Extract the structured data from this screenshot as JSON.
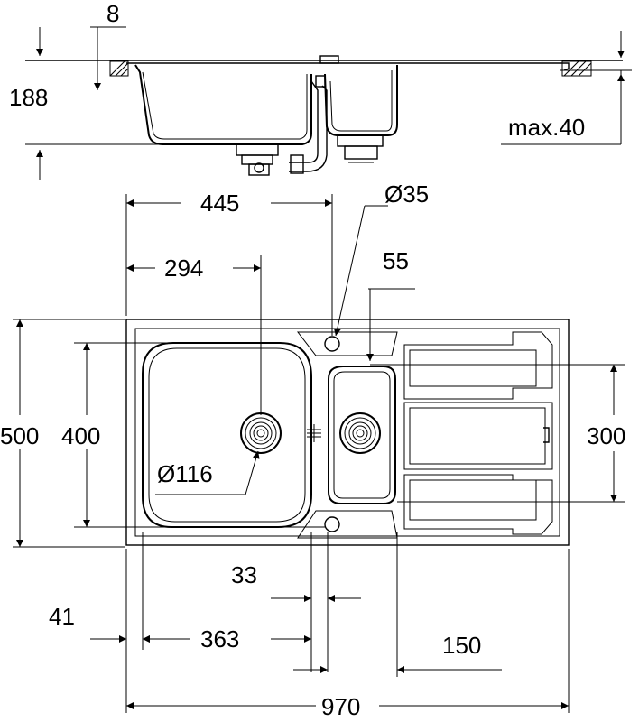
{
  "dimensions": {
    "top_gap": "8",
    "total_depth": "188",
    "max_thickness": "max.40",
    "bowl_offset": "445",
    "valve_hole": "Ø35",
    "main_bowl_center": "294",
    "tap_offset": "55",
    "sink_depth": "500",
    "bowl_depth": "400",
    "drainer_depth": "300",
    "waste_diameter": "Ø116",
    "separator_width": "33",
    "edge_offset": "41",
    "main_bowl_width": "363",
    "drainer_offset": "150",
    "total_width": "970"
  }
}
